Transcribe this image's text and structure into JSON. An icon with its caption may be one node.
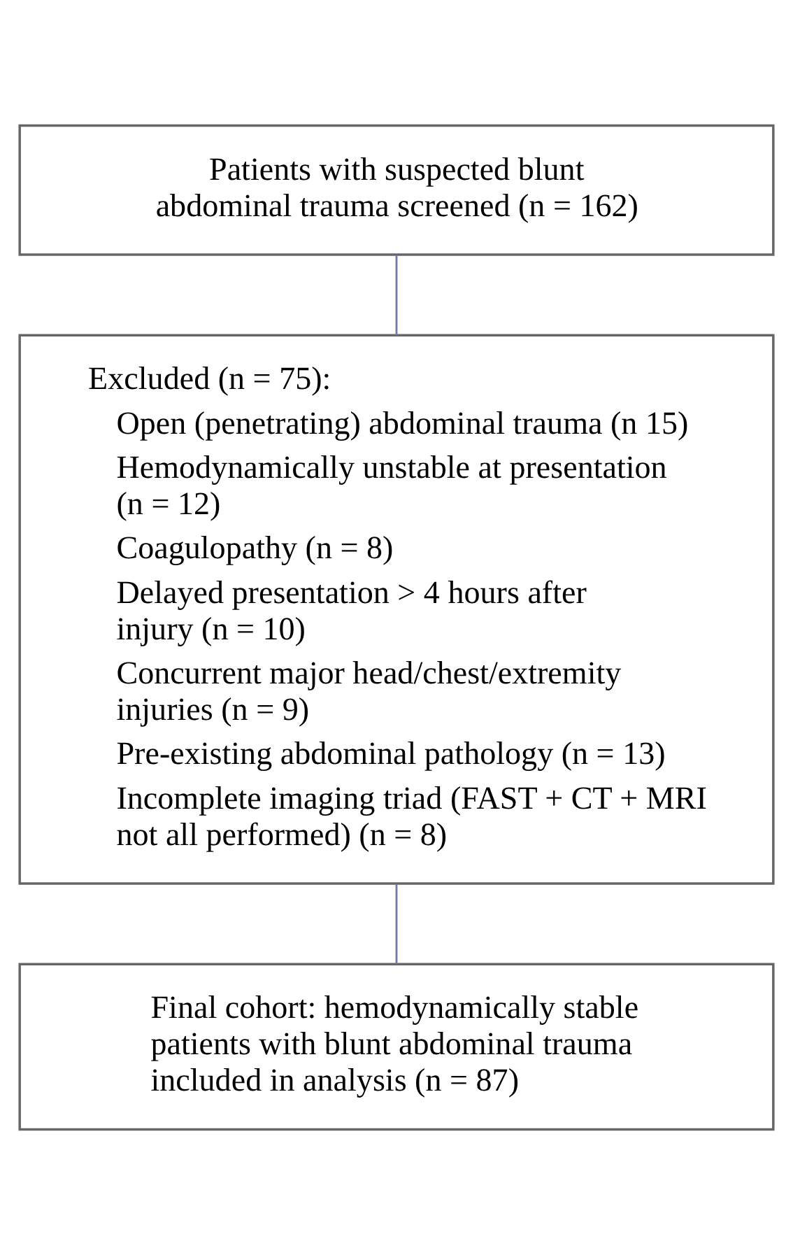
{
  "diagram": {
    "nodes": [
      {
        "text": [
          "Patients with suspected blunt abdominal trauma screened (n = 162)"
        ]
      },
      {
        "text": [
          "Excluded (n = 75):",
          "Open (penetrating) abdominal trauma (n 15)",
          "Hemodynamically unstable at presentation (n = 12)",
          "Coagulopathy (n = 8)",
          "Delayed presentation > 4 hours after injury (n = 10)",
          "Concurrent major head/chest/extremity injuries (n = 9)",
          "Pre-existing abdominal pathology (n = 13)",
          "Incomplete imaging triad (FAST + CT + MRI not all performed) (n = 8)"
        ]
      },
      {
        "text": [
          "Final cohort: hemodynamically stable patients with blunt abdominal trauma included in analysis (n = 87)"
        ]
      }
    ],
    "edges": [
      {
        "from": 0,
        "to": 1,
        "arrow": "none"
      },
      {
        "from": 1,
        "to": 2,
        "arrow": "none"
      }
    ]
  }
}
